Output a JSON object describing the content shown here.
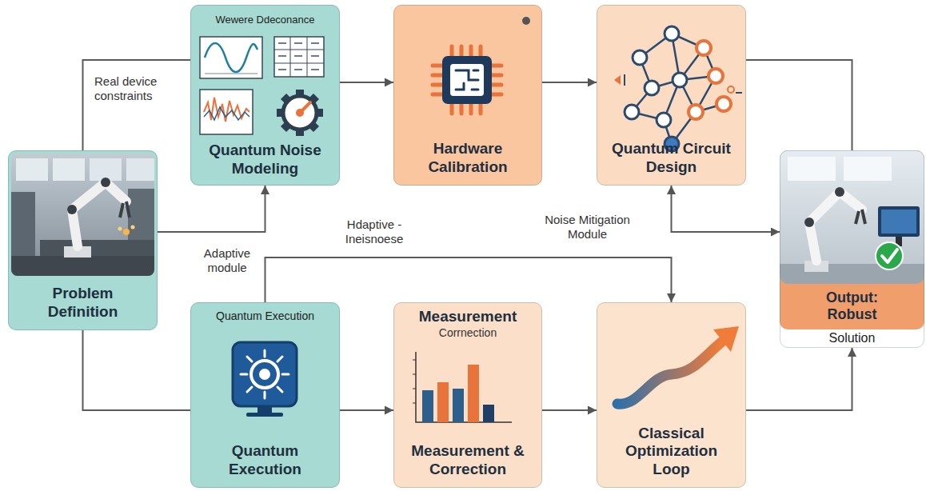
{
  "diagram": {
    "nodes": [
      {
        "text": [
          "Problem Definition"
        ]
      },
      {
        "text": [
          "Wewere Ddeconance",
          "Quantum Noise Modeling"
        ]
      },
      {
        "text": [
          "Hardware Calibration"
        ]
      },
      {
        "text": [
          "Quantum Circuit Design"
        ]
      },
      {
        "text": [
          "Quantum Execution",
          "Quantum Execution"
        ]
      },
      {
        "text": [
          "Measurement",
          "Corrnection",
          "Measurement & Correction"
        ]
      },
      {
        "text": [
          "Classical Optimization Loop"
        ]
      },
      {
        "text": [
          "Output: Robust",
          "Solution"
        ]
      }
    ],
    "edges": [
      {
        "from": 0,
        "to": 1,
        "arrow": "none",
        "label": "Real device constraints"
      },
      {
        "from": 0,
        "to": 1,
        "arrow": "to"
      },
      {
        "from": 1,
        "to": 2,
        "arrow": "to"
      },
      {
        "from": 2,
        "to": 3,
        "arrow": "to"
      },
      {
        "from": 3,
        "to": 7,
        "arrow": "none"
      },
      {
        "from": 3,
        "to": 7,
        "arrow": "both"
      },
      {
        "from": 0,
        "to": 4,
        "arrow": "none"
      },
      {
        "from": 4,
        "to": 5,
        "arrow": "to"
      },
      {
        "from": 5,
        "to": 6,
        "arrow": "to"
      },
      {
        "from": 6,
        "to": 7,
        "arrow": "to"
      },
      {
        "from": 4,
        "to": 6,
        "arrow": "to"
      }
    ],
    "labels": [
      "Hdaptive -Ineisnoese",
      "Adaptive module",
      "Noise Mitigation Module"
    ]
  }
}
